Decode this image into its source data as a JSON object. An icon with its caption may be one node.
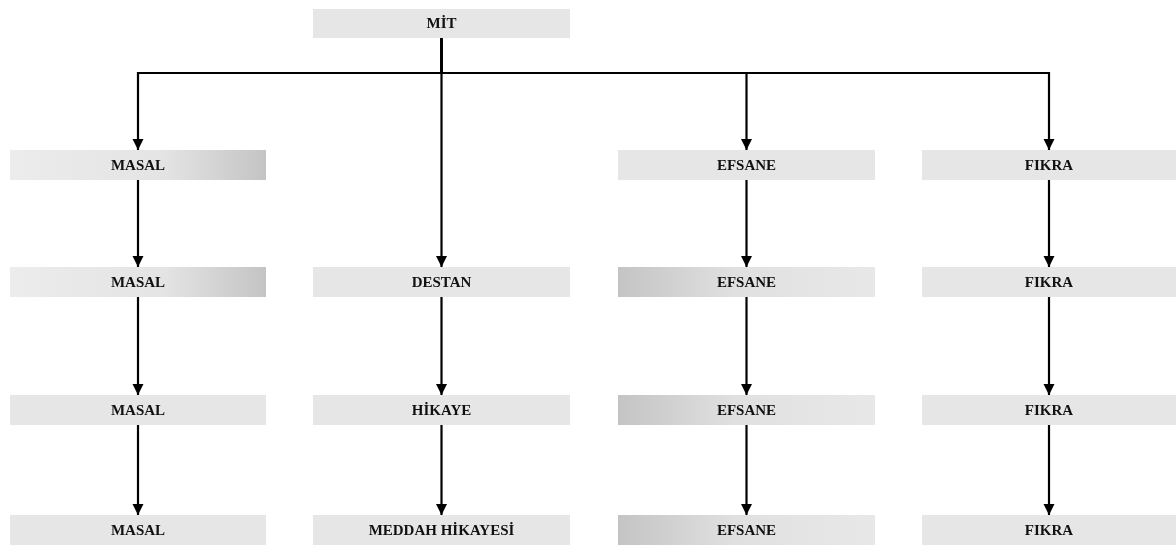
{
  "diagram": {
    "nodes": [
      {
        "text": [
          "MİT"
        ]
      },
      {
        "text": [
          "MASAL"
        ]
      },
      {
        "text": [
          "EFSANE"
        ]
      },
      {
        "text": [
          "FIKRA"
        ]
      },
      {
        "text": [
          "MASAL"
        ]
      },
      {
        "text": [
          "DESTAN"
        ]
      },
      {
        "text": [
          "EFSANE"
        ]
      },
      {
        "text": [
          "FIKRA"
        ]
      },
      {
        "text": [
          "MASAL"
        ]
      },
      {
        "text": [
          "HİKAYE"
        ]
      },
      {
        "text": [
          "EFSANE"
        ]
      },
      {
        "text": [
          "FIKRA"
        ]
      },
      {
        "text": [
          "MASAL"
        ]
      },
      {
        "text": [
          "MEDDAH HİKAYESİ"
        ]
      },
      {
        "text": [
          "EFSANE"
        ]
      },
      {
        "text": [
          "FIKRA"
        ]
      }
    ],
    "edges": [
      {
        "from": 0,
        "to": 1,
        "arrow": "to"
      },
      {
        "from": 0,
        "to": 5,
        "arrow": "to"
      },
      {
        "from": 0,
        "to": 2,
        "arrow": "to"
      },
      {
        "from": 0,
        "to": 3,
        "arrow": "to"
      },
      {
        "from": 1,
        "to": 4,
        "arrow": "to"
      },
      {
        "from": 2,
        "to": 6,
        "arrow": "to"
      },
      {
        "from": 3,
        "to": 7,
        "arrow": "to"
      },
      {
        "from": 4,
        "to": 8,
        "arrow": "to"
      },
      {
        "from": 5,
        "to": 9,
        "arrow": "to"
      },
      {
        "from": 6,
        "to": 10,
        "arrow": "to"
      },
      {
        "from": 7,
        "to": 11,
        "arrow": "to"
      },
      {
        "from": 8,
        "to": 12,
        "arrow": "to"
      },
      {
        "from": 9,
        "to": 13,
        "arrow": "to"
      },
      {
        "from": 10,
        "to": 14,
        "arrow": "to"
      },
      {
        "from": 11,
        "to": 15,
        "arrow": "to"
      }
    ]
  }
}
